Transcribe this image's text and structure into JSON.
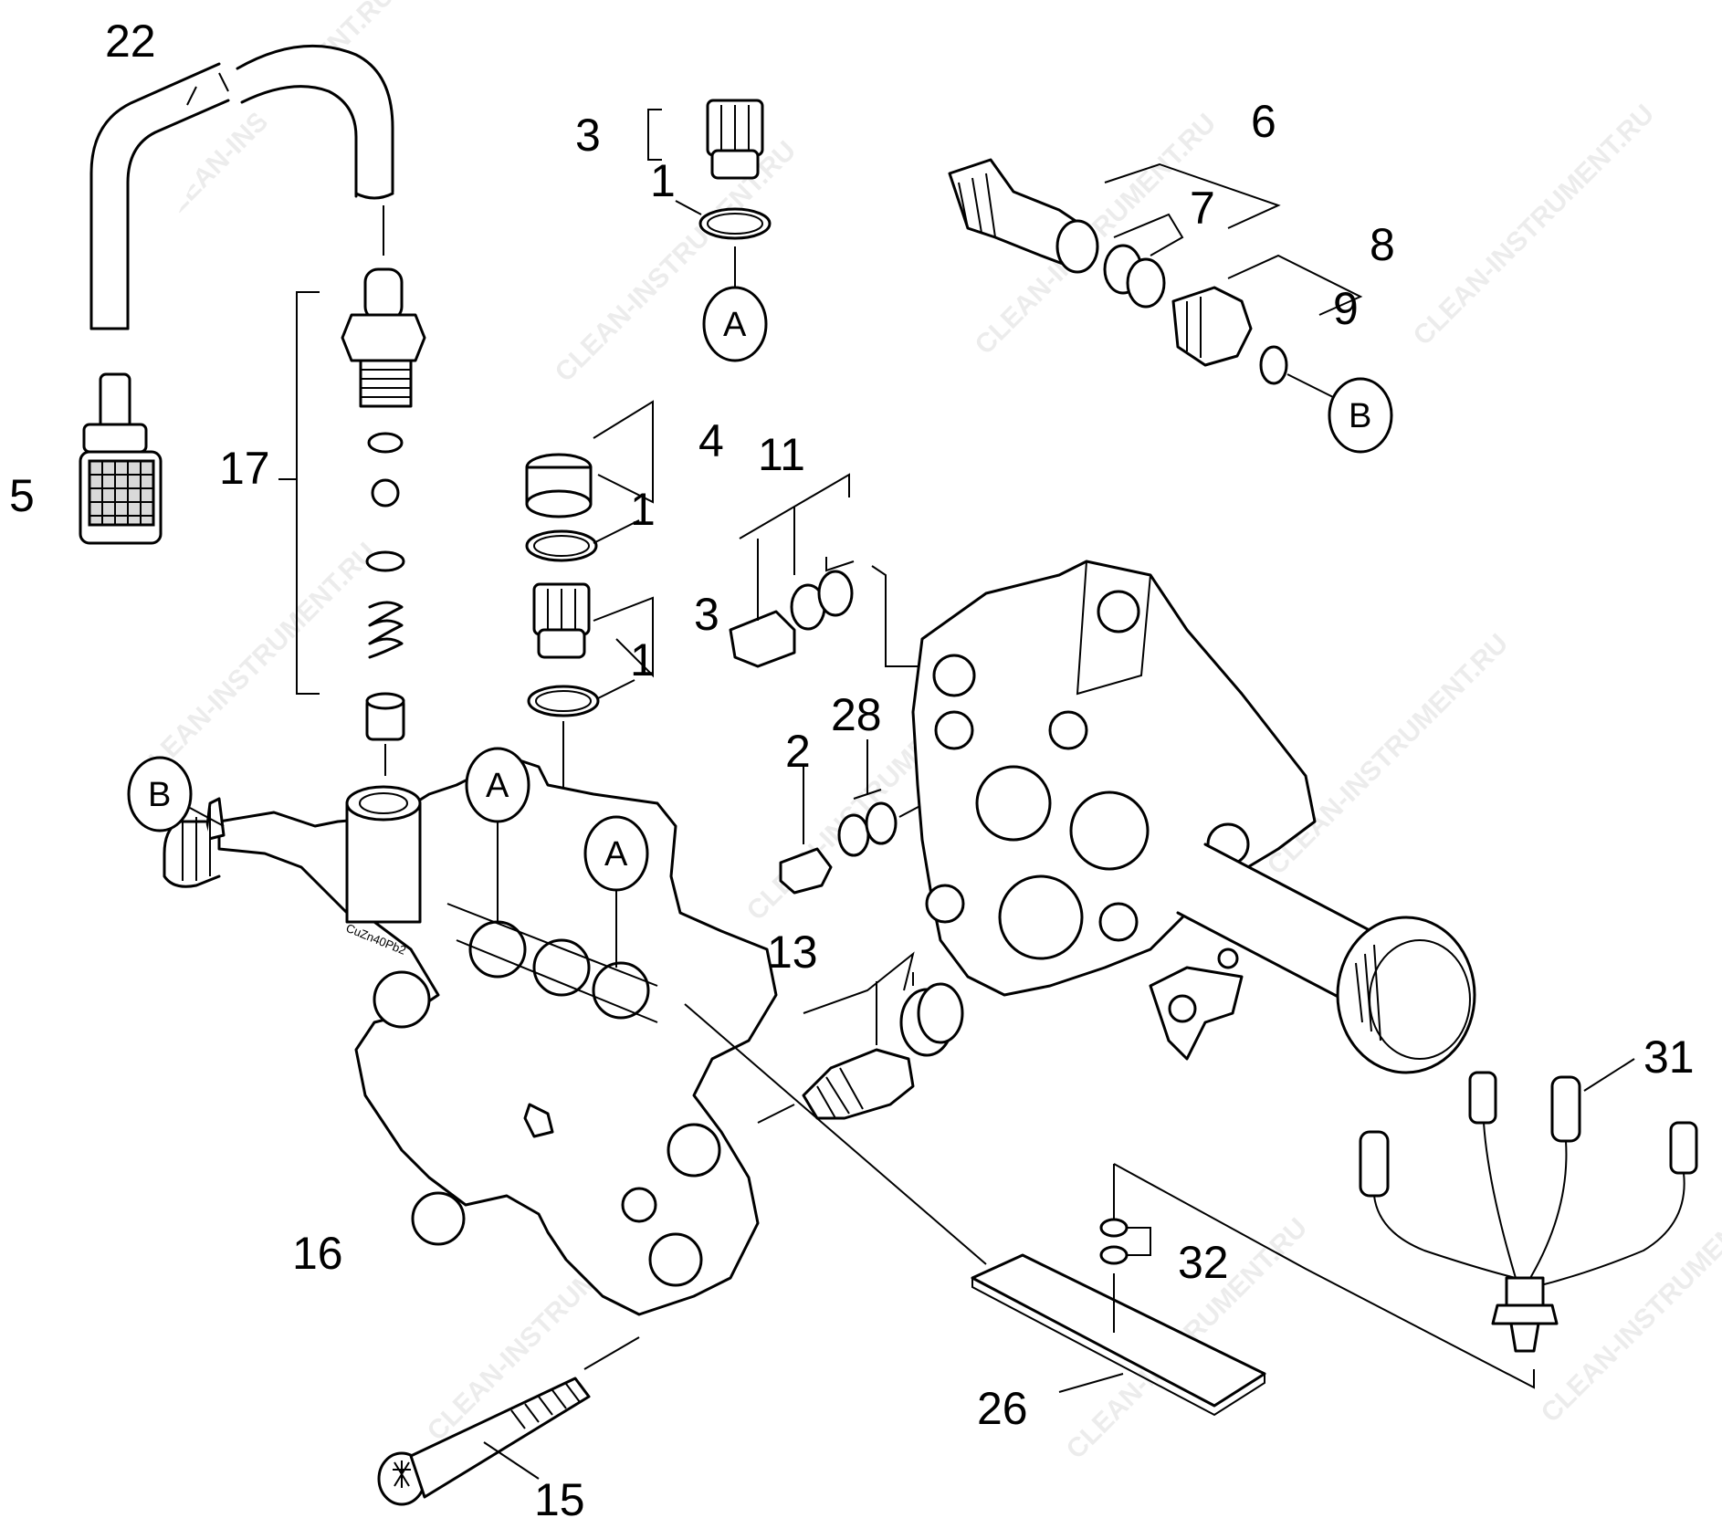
{
  "diagram": {
    "watermark": "CLEAN-INSTRUMENT.RU",
    "part_numbers": {
      "p1a": "1",
      "p1b": "1",
      "p1c": "1",
      "p2": "2",
      "p3a": "3",
      "p3b": "3",
      "p4": "4",
      "p5": "5",
      "p6": "6",
      "p7": "7",
      "p8": "8",
      "p9": "9",
      "p11": "11",
      "p13": "13",
      "p15": "15",
      "p16": "16",
      "p17": "17",
      "p22": "22",
      "p26": "26",
      "p28": "28",
      "p31": "31",
      "p32": "32"
    },
    "references": {
      "refA1": "A",
      "refA2": "A",
      "refA3": "A",
      "refB1": "B",
      "refB2": "B"
    },
    "housing_stamp": "CuZn40Pb2"
  }
}
